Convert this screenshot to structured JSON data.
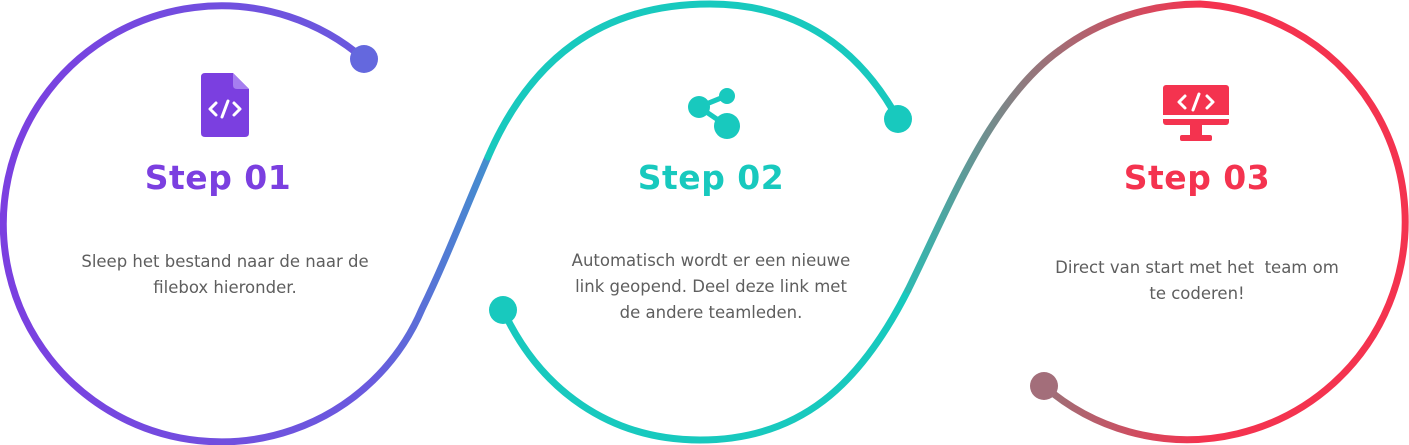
{
  "colors": {
    "purple": "#7b3fe0",
    "teal": "#18c9be",
    "red": "#f4334f",
    "text_gray": "#5e5e5e"
  },
  "steps": [
    {
      "title": "Step 01",
      "text_lines": [
        "Sleep het bestand naar de naar de",
        "filebox hieronder."
      ],
      "icon": "code-file-icon",
      "color": "#7b3fe0"
    },
    {
      "title": "Step 02",
      "text_lines": [
        "Automatisch wordt er een nieuwe",
        "link geopend. Deel deze link met",
        "de andere teamleden."
      ],
      "icon": "share-icon",
      "color": "#18c9be"
    },
    {
      "title": "Step 03",
      "text_lines": [
        "Direct van start met het  team om",
        "te coderen!"
      ],
      "icon": "code-monitor-icon",
      "color": "#f4334f"
    }
  ]
}
